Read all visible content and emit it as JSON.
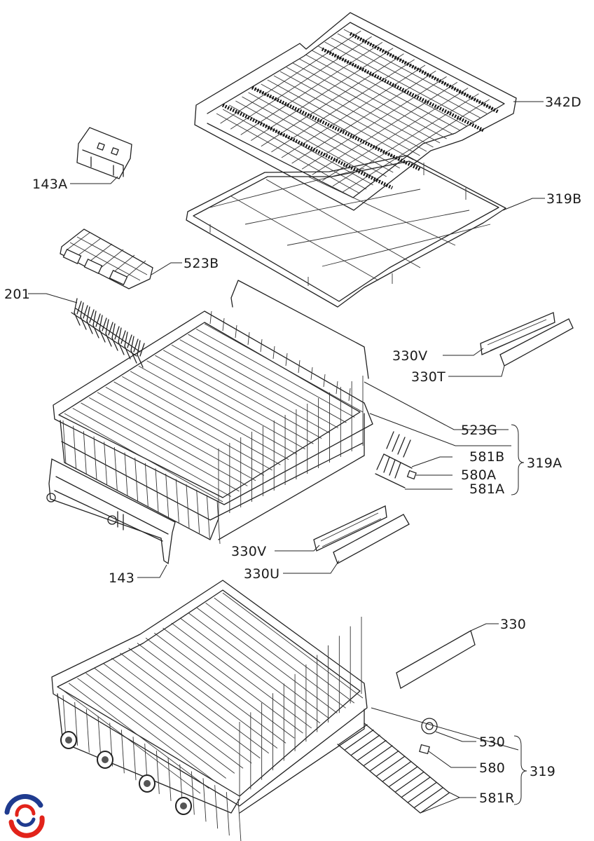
{
  "parts": {
    "p342D": "342D",
    "p143A": "143A",
    "p319B": "319B",
    "p523B": "523B",
    "p201": "201",
    "p330V_upper": "330V",
    "p330T": "330T",
    "p523G": "523G",
    "p581B": "581B",
    "p580A": "580A",
    "p581A": "581A",
    "p319A": "319A",
    "p330V_lower": "330V",
    "p330U": "330U",
    "p143": "143",
    "p330": "330",
    "p530": "530",
    "p580": "580",
    "p319": "319",
    "p581R": "581R"
  },
  "colors": {
    "line": "#222222",
    "logo_blue": "#1f3b8f",
    "logo_red": "#e2231a"
  },
  "logo": {
    "icon": "brand-swirl-icon"
  }
}
